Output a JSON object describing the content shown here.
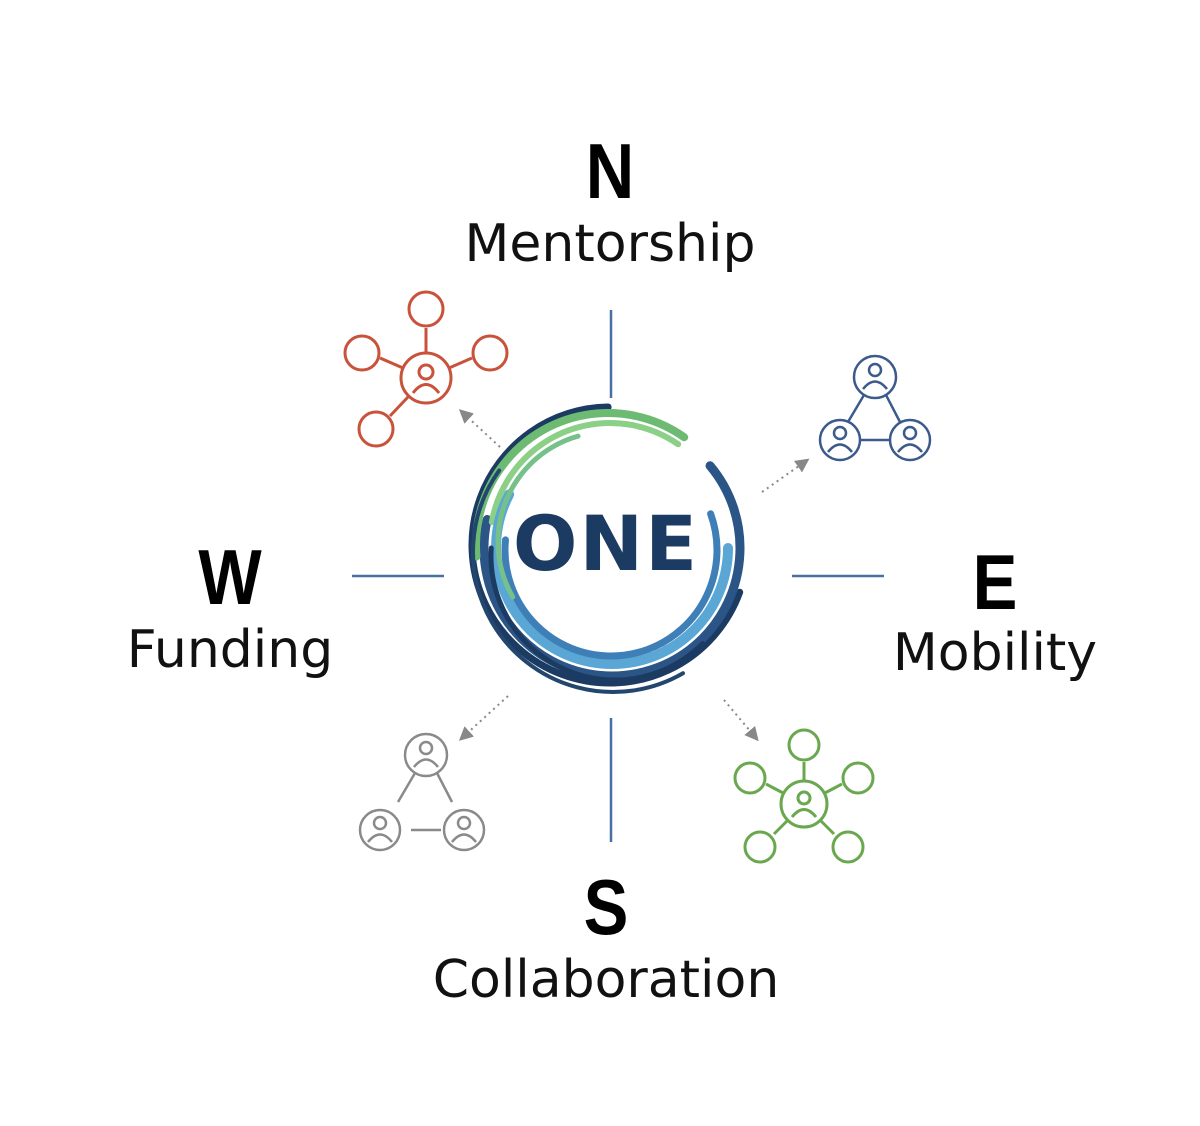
{
  "center": {
    "text": "ONE"
  },
  "directions": {
    "north": {
      "letter": "N",
      "label": "Mentorship"
    },
    "west": {
      "letter": "W",
      "label": "Funding"
    },
    "east": {
      "letter": "E",
      "label": "Mobility"
    },
    "south": {
      "letter": "S",
      "label": "Collaboration"
    }
  },
  "colors": {
    "axis": "#4a6fa5",
    "mentorship_icon": "#c8523a",
    "mobility_icon": "#3c5a8c",
    "funding_icon": "#8a8a8a",
    "collaboration_icon": "#6aa84f",
    "arrow": "#888888",
    "logo_navy": "#1c3b63",
    "logo_green": "#6dbb73",
    "logo_blue": "#5aa7d6"
  },
  "icons": {
    "north_west": "network-hub-icon",
    "north_east": "team-triangle-icon",
    "south_west": "team-triangle-icon",
    "south_east": "network-hub-icon"
  }
}
